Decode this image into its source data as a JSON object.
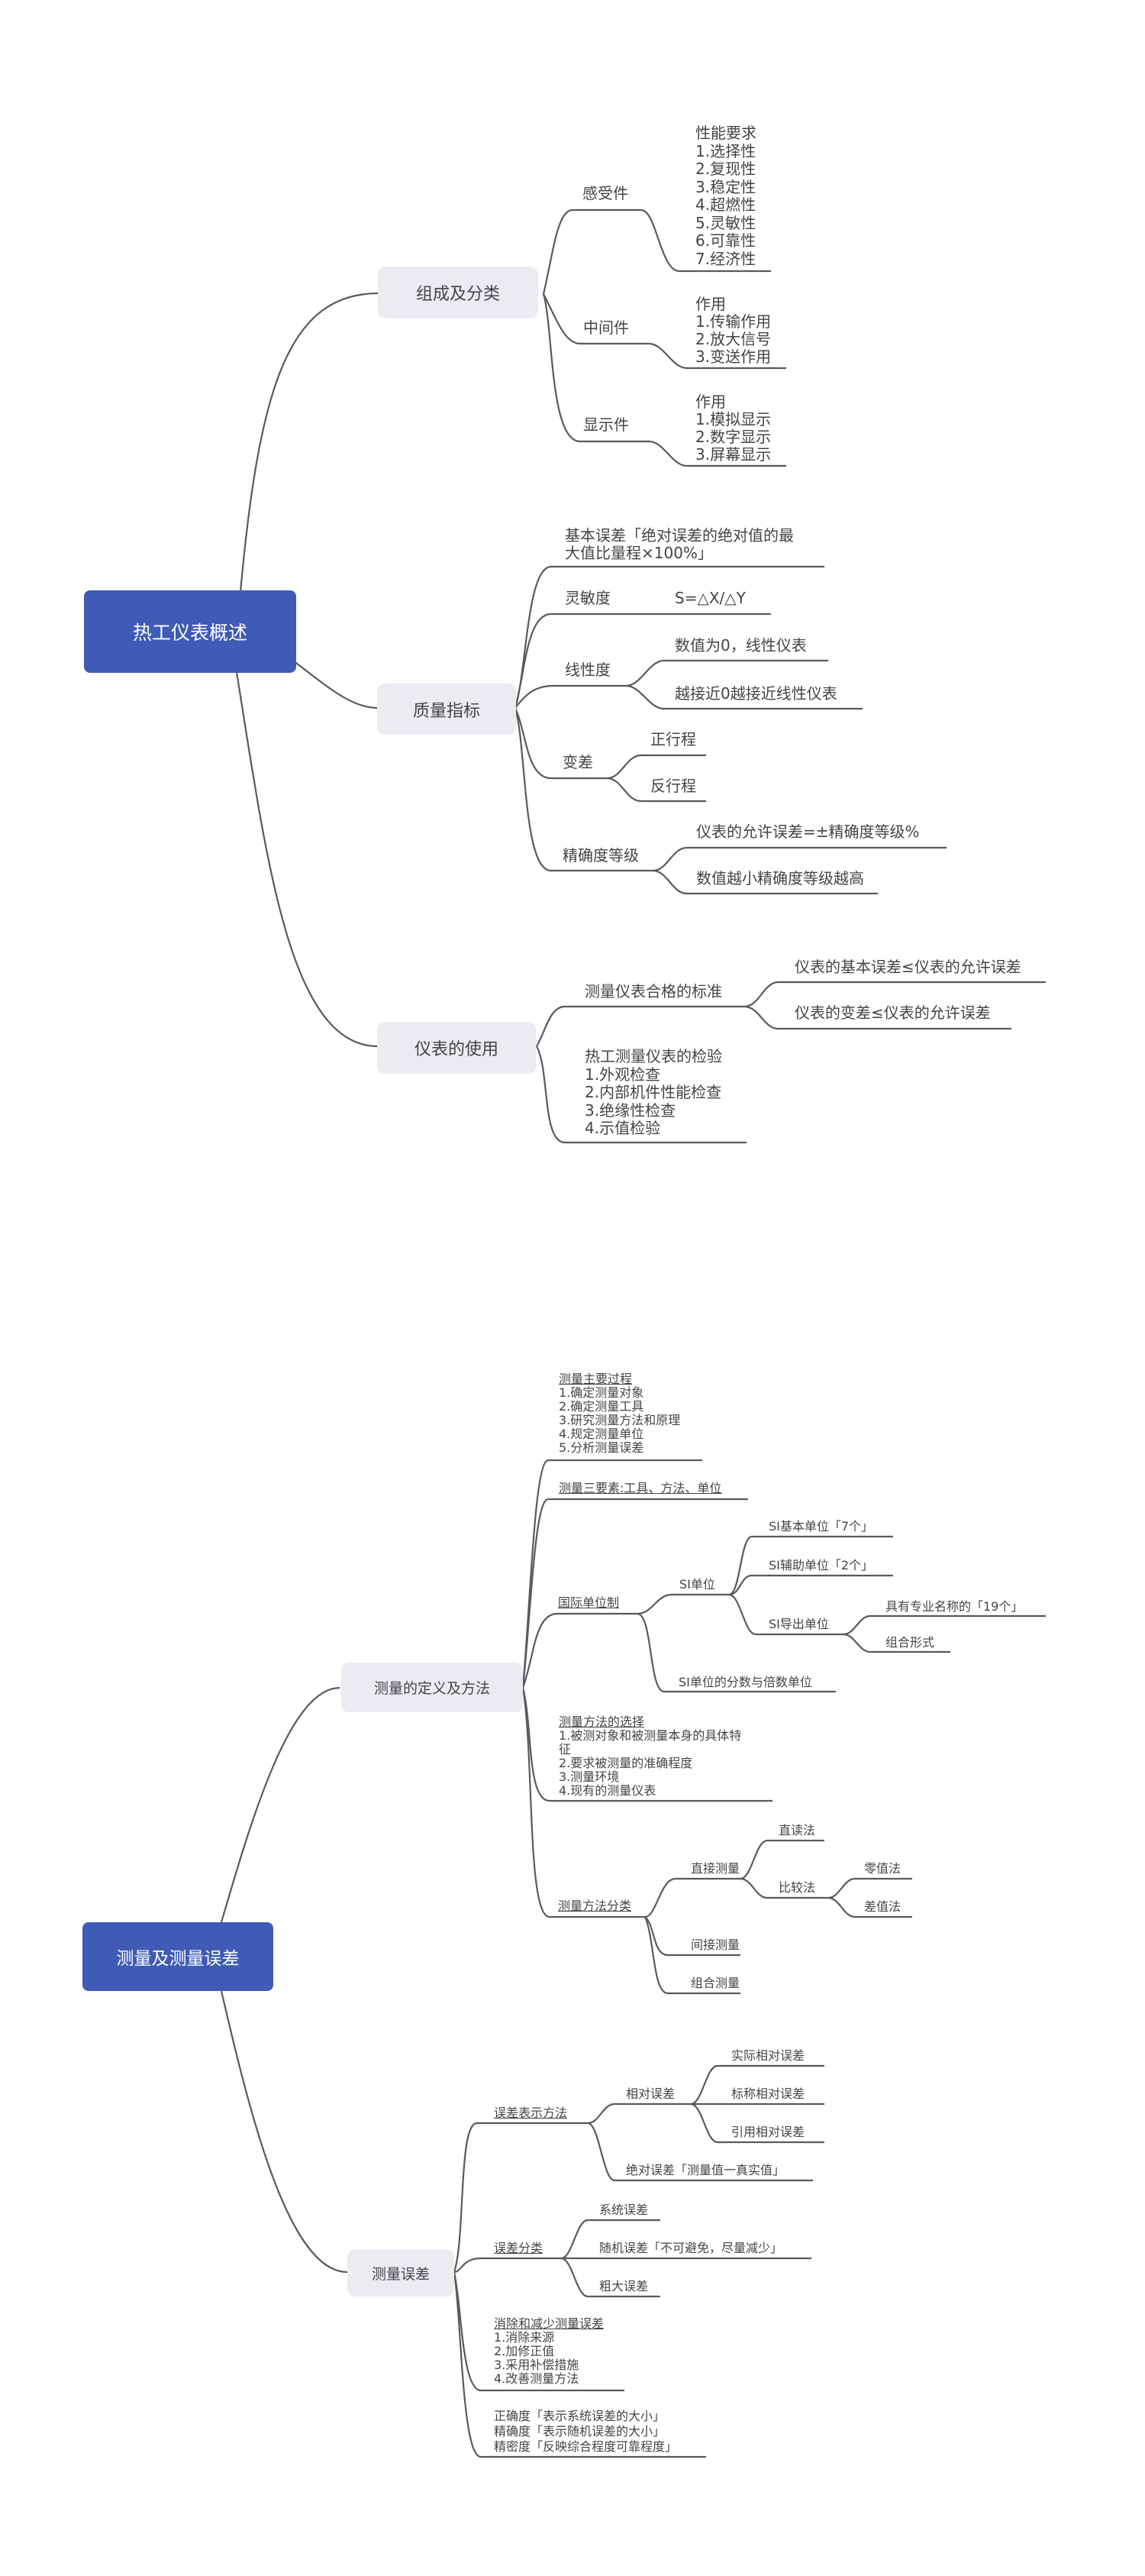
{
  "colors": {
    "root": "#3f5bb5",
    "main": "#ebebf2",
    "line": "#5a5a5a"
  },
  "map1": {
    "root": "热工仪表概述",
    "composition": {
      "label": "组成及分类",
      "sensor": {
        "label": "感受件",
        "note": [
          "性能要求",
          "1.选择性",
          "2.复现性",
          "3.稳定性",
          "4.超燃性",
          "5.灵敏性",
          "6.可靠性",
          "7.经济性"
        ]
      },
      "middle": {
        "label": "中间件",
        "note": [
          "作用",
          "1.传输作用",
          "2.放大信号",
          "3.变送作用"
        ]
      },
      "display": {
        "label": "显示件",
        "note": [
          "作用",
          "1.模拟显示",
          "2.数字显示",
          "3.屏幕显示"
        ]
      }
    },
    "quality": {
      "label": "质量指标",
      "basic_error": [
        "基本误差「绝对误差的绝对值的最",
        "大值比量程×100%」"
      ],
      "sensitivity": {
        "label": "灵敏度",
        "formula": "S=△X/△Y"
      },
      "linearity": {
        "label": "线性度",
        "items": [
          "数值为0，线性仪表",
          "越接近0越接近线性仪表"
        ]
      },
      "variation": {
        "label": "变差",
        "items": [
          "正行程",
          "反行程"
        ]
      },
      "accuracy": {
        "label": "精确度等级",
        "items": [
          "仪表的允许误差=±精确度等级%",
          "数值越小精确度等级越高"
        ]
      }
    },
    "usage": {
      "label": "仪表的使用",
      "standard": {
        "label": "测量仪表合格的标准",
        "items": [
          "仪表的基本误差≤仪表的允许误差",
          "仪表的变差≤仪表的允许误差"
        ]
      },
      "inspection": [
        "热工测量仪表的检验",
        "1.外观检查",
        "2.内部机件性能检查",
        "3.绝缘性检查",
        "4.示值检验"
      ]
    }
  },
  "map2": {
    "root": "测量及测量误差",
    "definition": {
      "label": "测量的定义及方法",
      "process": [
        "测量主要过程",
        "1.确定测量对象",
        "2.确定测量工具",
        "3.研究测量方法和原理",
        "4.规定测量单位",
        "5.分析测量误差"
      ],
      "three_elements": "测量三要素:工具、方法、单位",
      "si_system": {
        "label": "国际单位制",
        "si_unit": {
          "label": "SI单位",
          "base": "SI基本单位「7个」",
          "supplementary": "SI辅助单位「2个」",
          "derived": {
            "label": "SI导出单位",
            "items": [
              "具有专业名称的「19个」",
              "组合形式"
            ]
          }
        },
        "multiples": "SI单位的分数与倍数单位"
      },
      "method_choice": [
        "测量方法的选择",
        "1.被测对象和被测量本身的具体特",
        "征",
        "2.要求被测量的准确程度",
        "3.测量环境",
        "4.现有的测量仪表"
      ],
      "method_class": {
        "label": "测量方法分类",
        "direct": {
          "label": "直接测量",
          "read": "直读法",
          "compare": {
            "label": "比较法",
            "items": [
              "零值法",
              "差值法"
            ]
          }
        },
        "indirect": "间接测量",
        "combined": "组合测量"
      }
    },
    "error": {
      "label": "测量误差",
      "representation": {
        "label": "误差表示方法",
        "relative": {
          "label": "相对误差",
          "items": [
            "实际相对误差",
            "标称相对误差",
            "引用相对误差"
          ]
        },
        "absolute": "绝对误差「测量值一真实值」"
      },
      "classification": {
        "label": "误差分类",
        "items": [
          "系统误差",
          "随机误差「不可避免，尽量减少」",
          "粗大误差"
        ]
      },
      "reduce": [
        "消除和减少测量误差",
        "1.消除来源",
        "2.加修正值",
        "3.采用补偿措施",
        "4.改善测量方法"
      ],
      "degrees": [
        "正确度「表示系统误差的大小」",
        "精确度「表示随机误差的大小」",
        "精密度「反映综合程度可靠程度」"
      ]
    }
  }
}
